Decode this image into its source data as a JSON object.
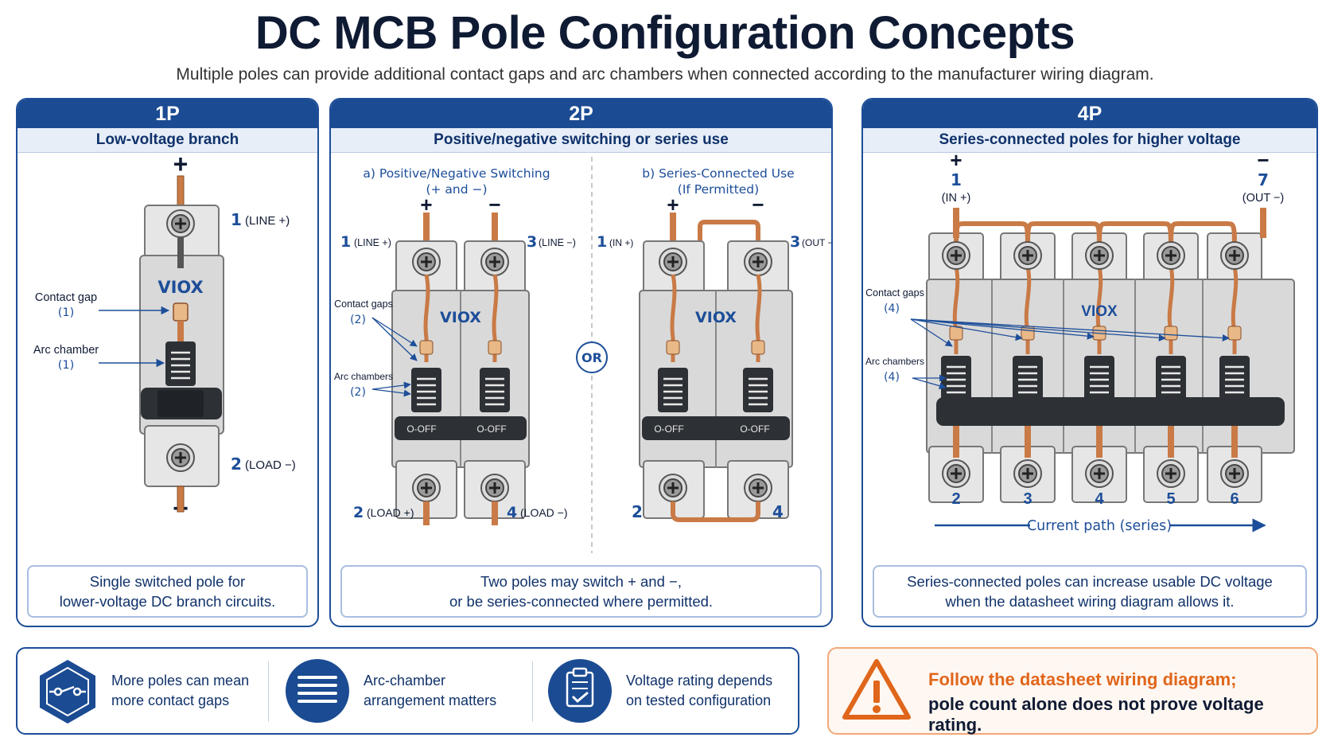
{
  "title": "DC MCB Pole Configuration Concepts",
  "subtitle": "Multiple poles can provide additional contact gaps and arc chambers when connected according to the manufacturer wiring diagram.",
  "brand": "VIOX",
  "colors": {
    "navy": "#1b4b92",
    "copper": "#c97a46",
    "warning": "#e0661b"
  },
  "panels": {
    "p1": {
      "header": "1P",
      "subheader": "Low-voltage branch",
      "plus": "+",
      "minus": "−",
      "t1_num": "1",
      "t1_text": "(LINE +)",
      "t2_num": "2",
      "t2_text": "(LOAD −)",
      "contact_gap": "Contact gap",
      "contact_gap_n": "(1)",
      "arc_chamber": "Arc chamber",
      "arc_chamber_n": "(1)",
      "caption1": "Single switched pole for",
      "caption2": "lower-voltage DC branch circuits."
    },
    "p2": {
      "header": "2P",
      "subheader": "Positive/negative switching or series use",
      "a_title1": "a) Positive/Negative Switching",
      "a_title2": "(+ and −)",
      "b_title1": "b) Series-Connected Use",
      "b_title2": "(If Permitted)",
      "plus": "+",
      "minus": "−",
      "a_t1_num": "1",
      "a_t1_text": "(LINE +)",
      "a_t3_num": "3",
      "a_t3_text": "(LINE −)",
      "a_t2_num": "2",
      "a_t2_text": "(LOAD +)",
      "a_t4_num": "4",
      "a_t4_text": "(LOAD −)",
      "b_t1_num": "1",
      "b_t1_text": "(IN +)",
      "b_t3_num": "3",
      "b_t3_text": "(OUT −)",
      "b_t2_num": "2",
      "b_t4_num": "4",
      "contact_gaps": "Contact gaps",
      "contact_gaps_n": "(2)",
      "arc_chambers": "Arc chambers",
      "arc_chambers_n": "(2)",
      "or": "OR",
      "off": "O-OFF",
      "caption1": "Two poles may switch + and −,",
      "caption2": "or be series-connected where permitted."
    },
    "p4": {
      "header": "4P",
      "subheader": "Series-connected poles for higher voltage",
      "plus": "+",
      "minus": "−",
      "in_num": "1",
      "in_text": "(IN +)",
      "out_num": "7",
      "out_text": "(OUT −)",
      "bottom_nums": [
        "2",
        "3",
        "4",
        "5",
        "6"
      ],
      "contact_gaps": "Contact gaps",
      "contact_gaps_n": "(4)",
      "arc_chambers": "Arc chambers",
      "arc_chambers_n": "(4)",
      "current_path": "Current path (series)",
      "caption1": "Series-connected poles can increase usable DC voltage",
      "caption2": "when the datasheet wiring diagram allows it."
    }
  },
  "info": [
    {
      "icon": "contacts-icon",
      "line1": "More poles can mean",
      "line2": "more contact gaps"
    },
    {
      "icon": "arc-chamber-icon",
      "line1": "Arc-chamber",
      "line2": "arrangement matters"
    },
    {
      "icon": "clipboard-check-icon",
      "line1": "Voltage rating depends",
      "line2": "on tested configuration"
    }
  ],
  "warning": {
    "icon": "warning-icon",
    "line1": "Follow the datasheet wiring diagram;",
    "line2": "pole count alone does not prove voltage rating."
  }
}
